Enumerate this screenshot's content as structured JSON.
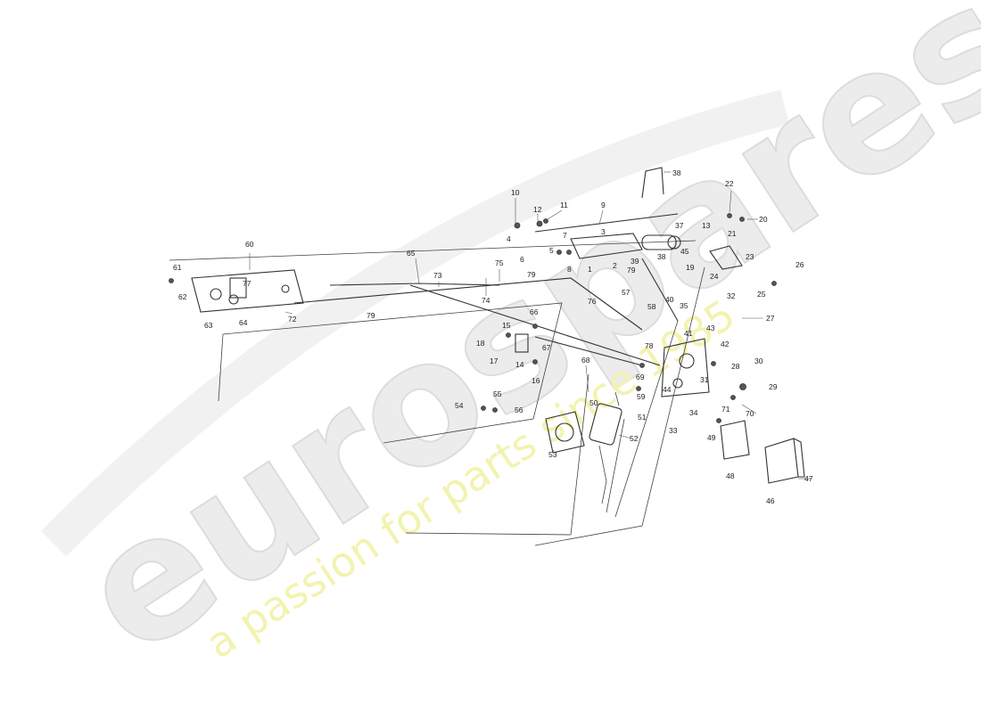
{
  "watermark": {
    "brand": "eurospares",
    "tagline": "a passion for parts since 1985"
  },
  "callouts": [
    "1",
    "2",
    "3",
    "4",
    "5",
    "6",
    "7",
    "8",
    "9",
    "10",
    "11",
    "12",
    "13",
    "14",
    "15",
    "16",
    "17",
    "18",
    "19",
    "20",
    "21",
    "22",
    "23",
    "24",
    "25",
    "26",
    "27",
    "28",
    "29",
    "30",
    "31",
    "32",
    "33",
    "34",
    "35",
    "37",
    "38",
    "38",
    "39",
    "40",
    "41",
    "42",
    "43",
    "44",
    "45",
    "46",
    "47",
    "48",
    "49",
    "50",
    "51",
    "52",
    "53",
    "54",
    "55",
    "56",
    "57",
    "58",
    "59",
    "60",
    "61",
    "62",
    "63",
    "64",
    "65",
    "66",
    "67",
    "68",
    "69",
    "70",
    "71",
    "72",
    "73",
    "74",
    "75",
    "76",
    "77",
    "78",
    "79",
    "79",
    "79"
  ]
}
